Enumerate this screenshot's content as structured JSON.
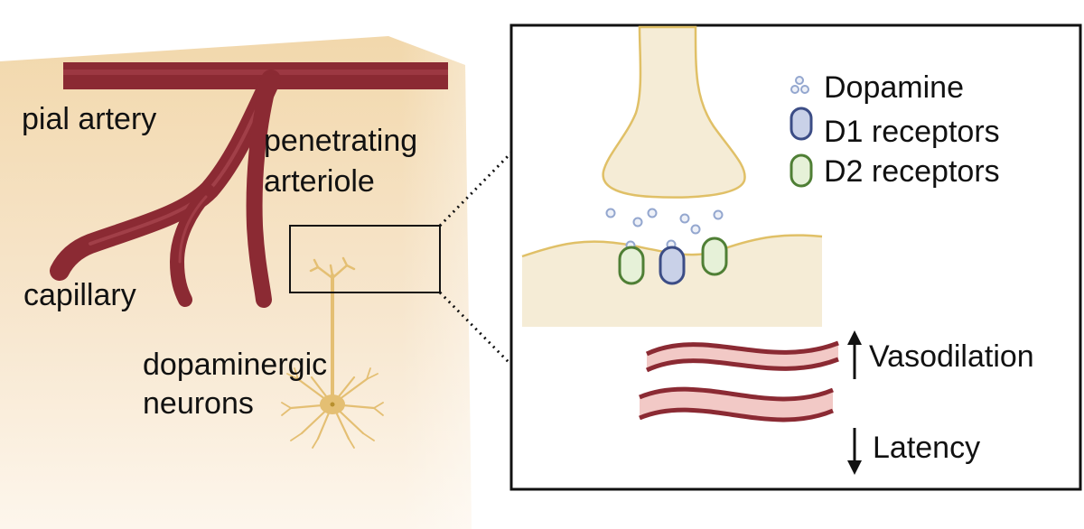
{
  "colors": {
    "tissue": "#f3dcb8",
    "vessel": "#8b2a33",
    "vessel_highlight": "#b55059",
    "neuron": "#e4bf73",
    "terminal_fill": "#f5ecd6",
    "terminal_stroke": "#e0c067",
    "dopamine": "#94a7cf",
    "d1_fill": "#c9d1e8",
    "d1_stroke": "#3c4d86",
    "d2_fill": "#e6f1d8",
    "d2_stroke": "#4f7f35",
    "wavy_fill": "#f2c9c6",
    "ink": "#111111"
  },
  "left_panel": {
    "labels": {
      "pial_artery": "pial artery",
      "penetrating_arteriole": [
        "penetrating",
        "arteriole"
      ],
      "capillary": "capillary",
      "dopaminergic_neurons": [
        "dopaminergic",
        "neurons"
      ]
    }
  },
  "inset": {
    "legend": [
      {
        "icon": "dopamine-molecules-icon",
        "label": "Dopamine"
      },
      {
        "icon": "d1-receptor-icon",
        "label": "D1 receptors"
      },
      {
        "icon": "d2-receptor-icon",
        "label": "D2 receptors"
      }
    ],
    "effects": [
      {
        "direction": "up",
        "icon": "up-arrow-icon",
        "label": "Vasodilation"
      },
      {
        "direction": "down",
        "icon": "down-arrow-icon",
        "label": "Latency"
      }
    ]
  }
}
